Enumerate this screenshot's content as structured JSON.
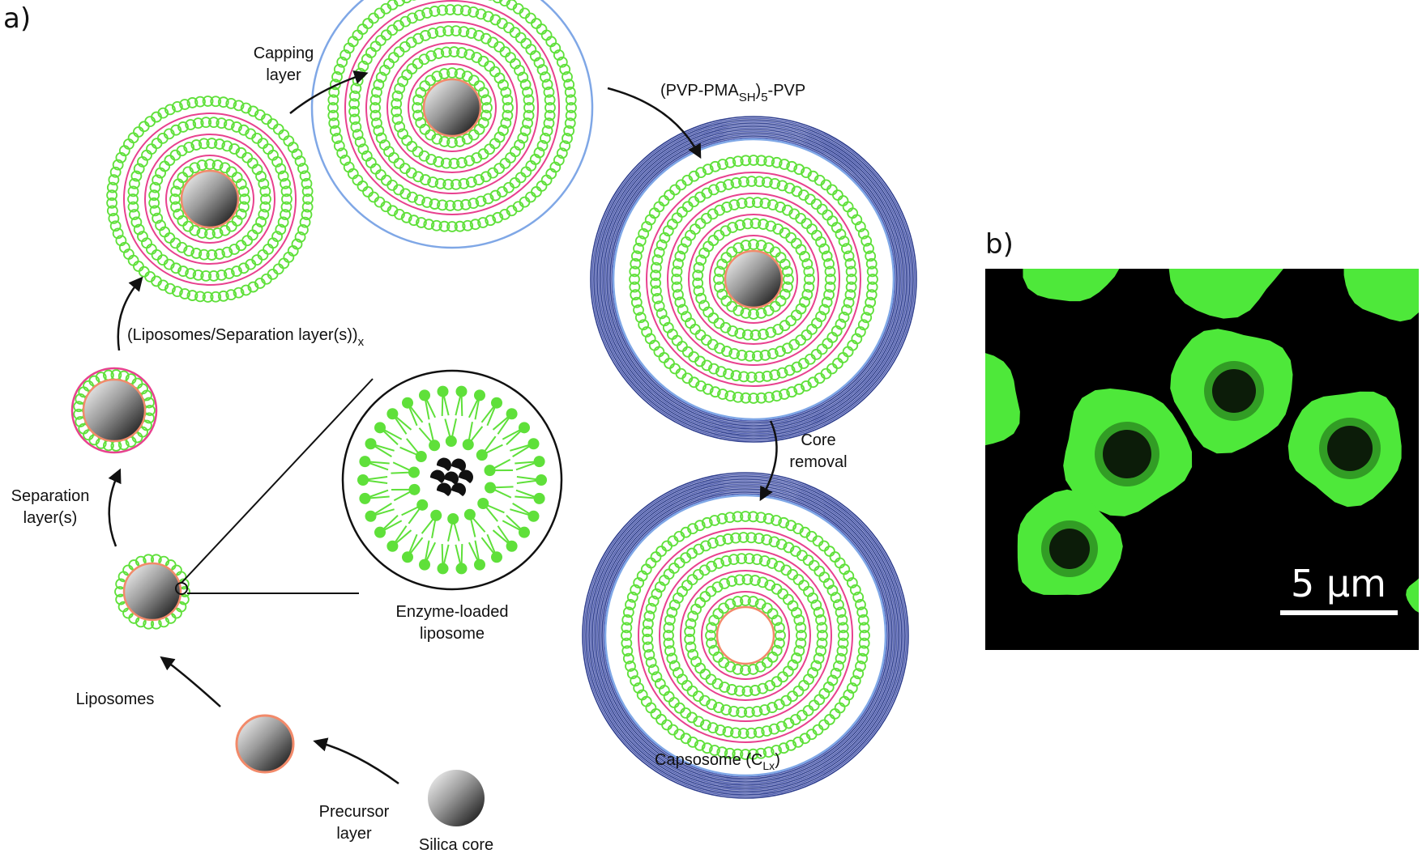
{
  "panel_a_label": "a)",
  "panel_b_label": "b)",
  "colors": {
    "liposome_green": "#5fe03a",
    "separation_pink": "#e8418f",
    "precursor_salmon": "#f28a6a",
    "capping_blue": "#7fa7e6",
    "polymer_navy": "#2d3d8e",
    "micrograph_background": "#000000",
    "micrograph_green": "#4ee83a"
  },
  "labels": {
    "silica_core": "Silica core",
    "precursor_layer_1": "Precursor",
    "precursor_layer_2": "layer",
    "liposomes": "Liposomes",
    "separation_1": "Separation",
    "separation_2": "layer(s)",
    "liposome_sep_main": "(Liposomes/Separation layer(s))",
    "liposome_sep_sub": "x",
    "capping_1": "Capping",
    "capping_2": "layer",
    "pvp_main": "(PVP-PMA",
    "pvp_sub1": "SH",
    "pvp_mid": ")",
    "pvp_sub2": "5",
    "pvp_end": "-PVP",
    "core_removal_1": "Core",
    "core_removal_2": "removal",
    "enzyme_1": "Enzyme-loaded",
    "enzyme_2": "liposome",
    "capsosome_main": "Capsosome (C",
    "capsosome_sub": "Lx",
    "capsosome_end": ")"
  },
  "scale_bar_label": "5 µm",
  "icons": {
    "enzyme": "enzyme-cluster-icon",
    "arrow": "curved-arrow-icon"
  }
}
